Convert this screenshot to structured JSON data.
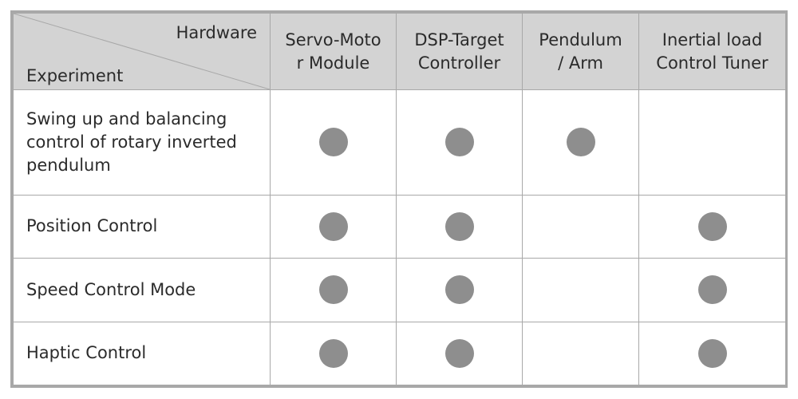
{
  "table": {
    "corner": {
      "top_right": "Hardware",
      "bottom_left": "Experiment"
    },
    "columns": [
      "Servo-Moto\nr Module",
      "DSP-Target\nController",
      "Pendulum\n/ Arm",
      "Inertial load\nControl Tuner"
    ],
    "rows": [
      {
        "label": "Swing up and balancing\ncontrol of rotary inverted\npendulum",
        "marks": [
          true,
          true,
          true,
          false
        ]
      },
      {
        "label": "Position Control",
        "marks": [
          true,
          true,
          false,
          true
        ]
      },
      {
        "label": "Speed Control Mode",
        "marks": [
          true,
          true,
          false,
          true
        ]
      },
      {
        "label": "Haptic Control",
        "marks": [
          true,
          true,
          false,
          true
        ]
      }
    ]
  },
  "colors": {
    "header_bg": "#d3d3d3",
    "border": "#a8a8a8",
    "dot": "#8e8e8e"
  },
  "icons": {
    "mark": "filled-circle-icon"
  }
}
